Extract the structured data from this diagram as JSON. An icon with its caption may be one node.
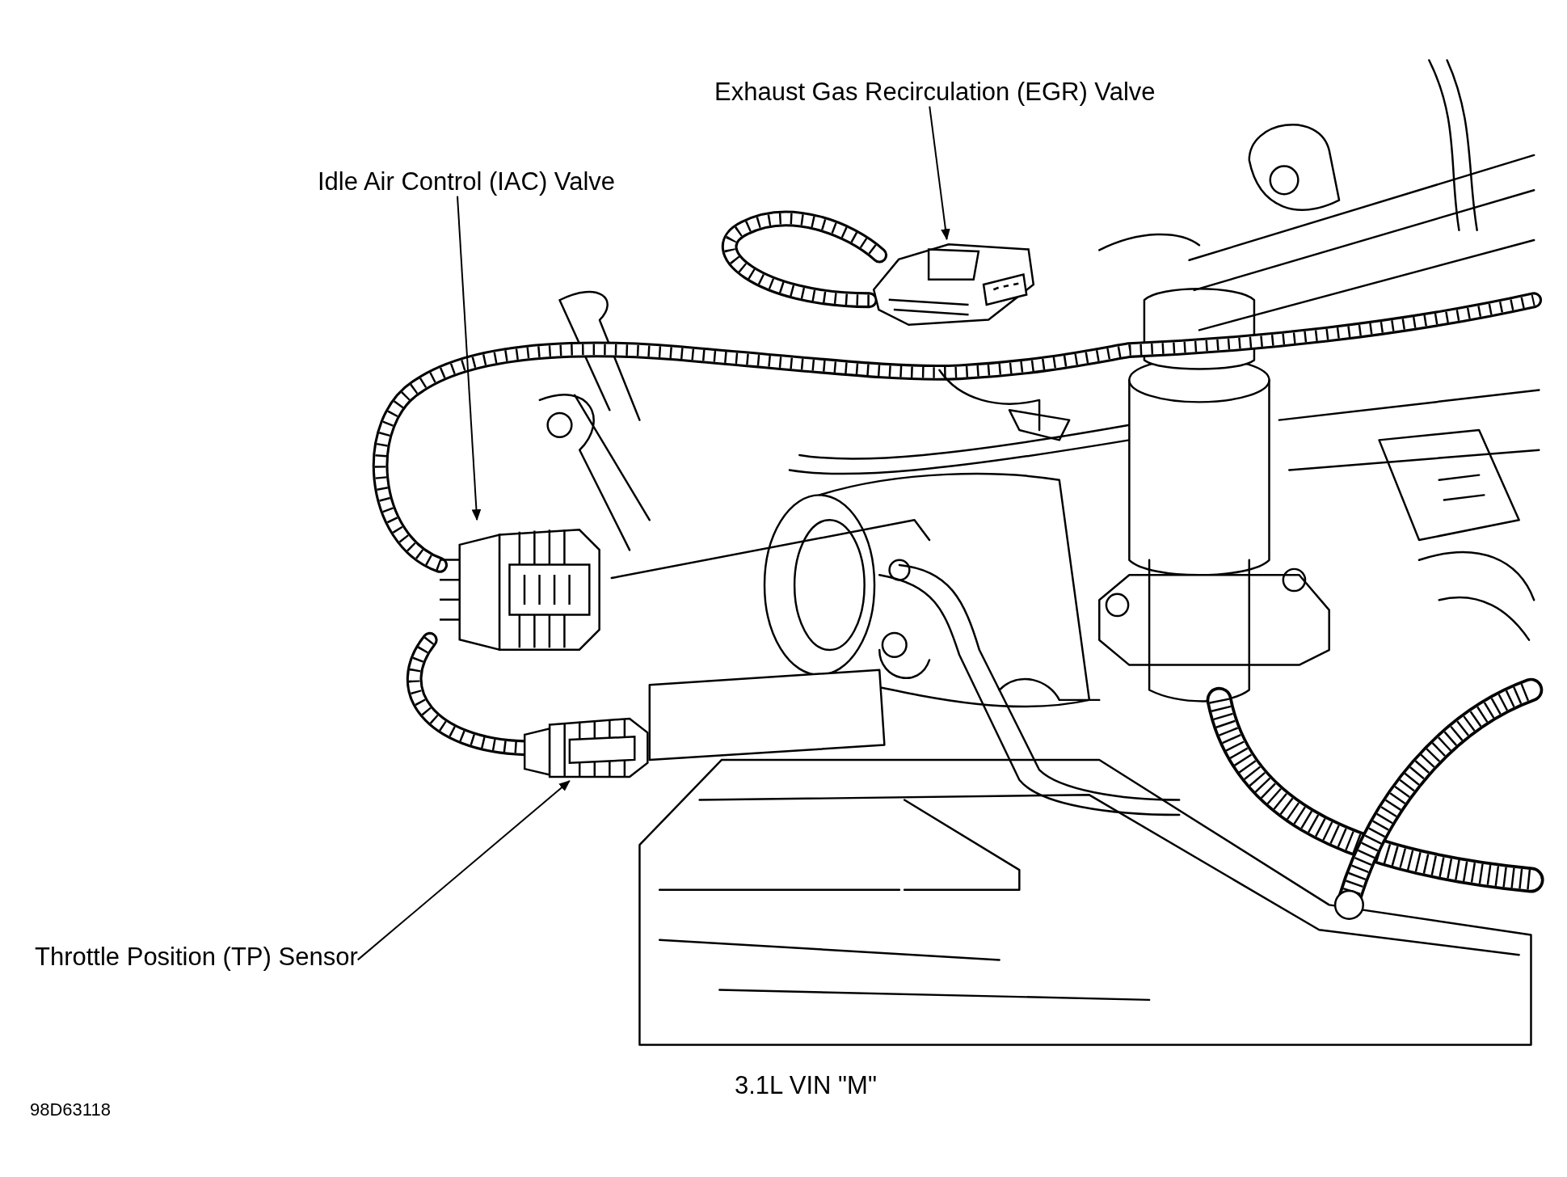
{
  "diagram": {
    "nodes": [
      {
        "text": [
          "Exhaust Gas Recirculation (EGR) Valve"
        ]
      },
      {
        "text": [
          "Idle Air Control (IAC) Valve"
        ]
      },
      {
        "text": [
          "Throttle Position (TP) Sensor"
        ]
      },
      {
        "text": [],
        "shape": "picture"
      },
      {
        "text": [],
        "shape": "picture"
      },
      {
        "text": [],
        "shape": "picture"
      }
    ],
    "edges": [
      {
        "from": 0,
        "to": 3,
        "arrow": "to"
      },
      {
        "from": 1,
        "to": 4,
        "arrow": "to"
      },
      {
        "from": 2,
        "to": 5,
        "arrow": "to"
      }
    ],
    "labels": [
      "3.1L VIN \"M\"",
      "98D63118"
    ]
  }
}
